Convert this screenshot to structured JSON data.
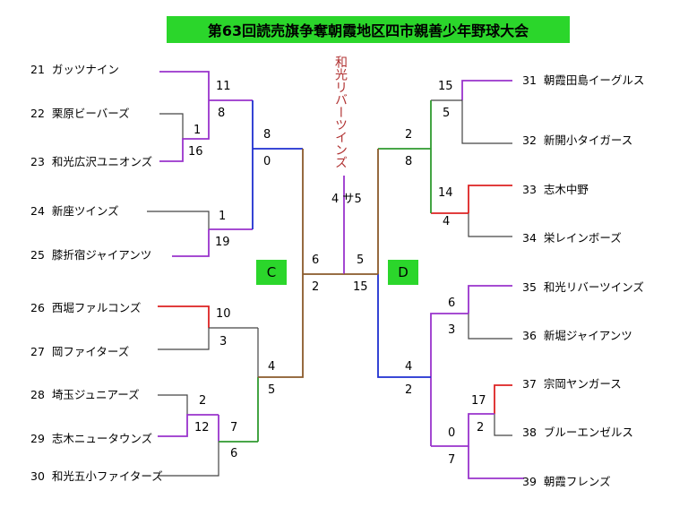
{
  "title": "第63回読売旗争奪朝霞地区四市親善少年野球大会",
  "colors": {
    "title_bg": "#2bd62b",
    "purple": "#9933cc",
    "blue": "#1f2fd0",
    "red": "#dd2222",
    "green": "#2f9a2f",
    "brown": "#8a5a2a",
    "gray": "#444444",
    "champion_text": "#b03030"
  },
  "champion": "和光リバーツインズ",
  "blocks": {
    "c": "C",
    "d": "D"
  },
  "teams": {
    "t21": {
      "num": "21",
      "name": "ガッツナイン"
    },
    "t22": {
      "num": "22",
      "name": "栗原ビーバーズ"
    },
    "t23": {
      "num": "23",
      "name": "和光広沢ユニオンズ"
    },
    "t24": {
      "num": "24",
      "name": "新座ツインズ"
    },
    "t25": {
      "num": "25",
      "name": "膝折宿ジャイアンツ"
    },
    "t26": {
      "num": "26",
      "name": "西堀ファルコンズ"
    },
    "t27": {
      "num": "27",
      "name": "岡ファイターズ"
    },
    "t28": {
      "num": "28",
      "name": "埼玉ジュニアーズ"
    },
    "t29": {
      "num": "29",
      "name": "志木ニュータウンズ"
    },
    "t30": {
      "num": "30",
      "name": "和光五小ファイターズ"
    },
    "t31": {
      "num": "31",
      "name": "朝霞田島イーグルス"
    },
    "t32": {
      "num": "32",
      "name": "新開小タイガース"
    },
    "t33": {
      "num": "33",
      "name": "志木中野"
    },
    "t34": {
      "num": "34",
      "name": "栄レインボーズ"
    },
    "t35": {
      "num": "35",
      "name": "和光リバーツインズ"
    },
    "t36": {
      "num": "36",
      "name": "新堀ジャイアンツ"
    },
    "t37": {
      "num": "37",
      "name": "宗岡ヤンガース"
    },
    "t38": {
      "num": "38",
      "name": "ブルーエンゼルス"
    },
    "t39": {
      "num": "39",
      "name": "朝霞フレンズ"
    }
  },
  "scores": {
    "s22": "1",
    "s23": "16",
    "s21": "11",
    "s2223": "8",
    "s24": "1",
    "s25": "19",
    "sq1": "8",
    "sq2": "0",
    "s26": "10",
    "s27": "3",
    "s28": "2",
    "s29": "12",
    "s2829": "7",
    "s30": "6",
    "sq3": "4",
    "sq4": "5",
    "c_top": "6",
    "c_bottom": "2",
    "final_left": "4",
    "final_sa": "サ",
    "final_right": "5",
    "d_top": "5",
    "d_bottom": "15",
    "s31": "15",
    "s32": "5",
    "s33": "14",
    "s34": "4",
    "sq5": "2",
    "sq6": "8",
    "s35": "6",
    "s36": "3",
    "s37": "17",
    "s38": "2",
    "s3738": "0",
    "s39": "7",
    "sq7": "4",
    "sq8": "2"
  }
}
